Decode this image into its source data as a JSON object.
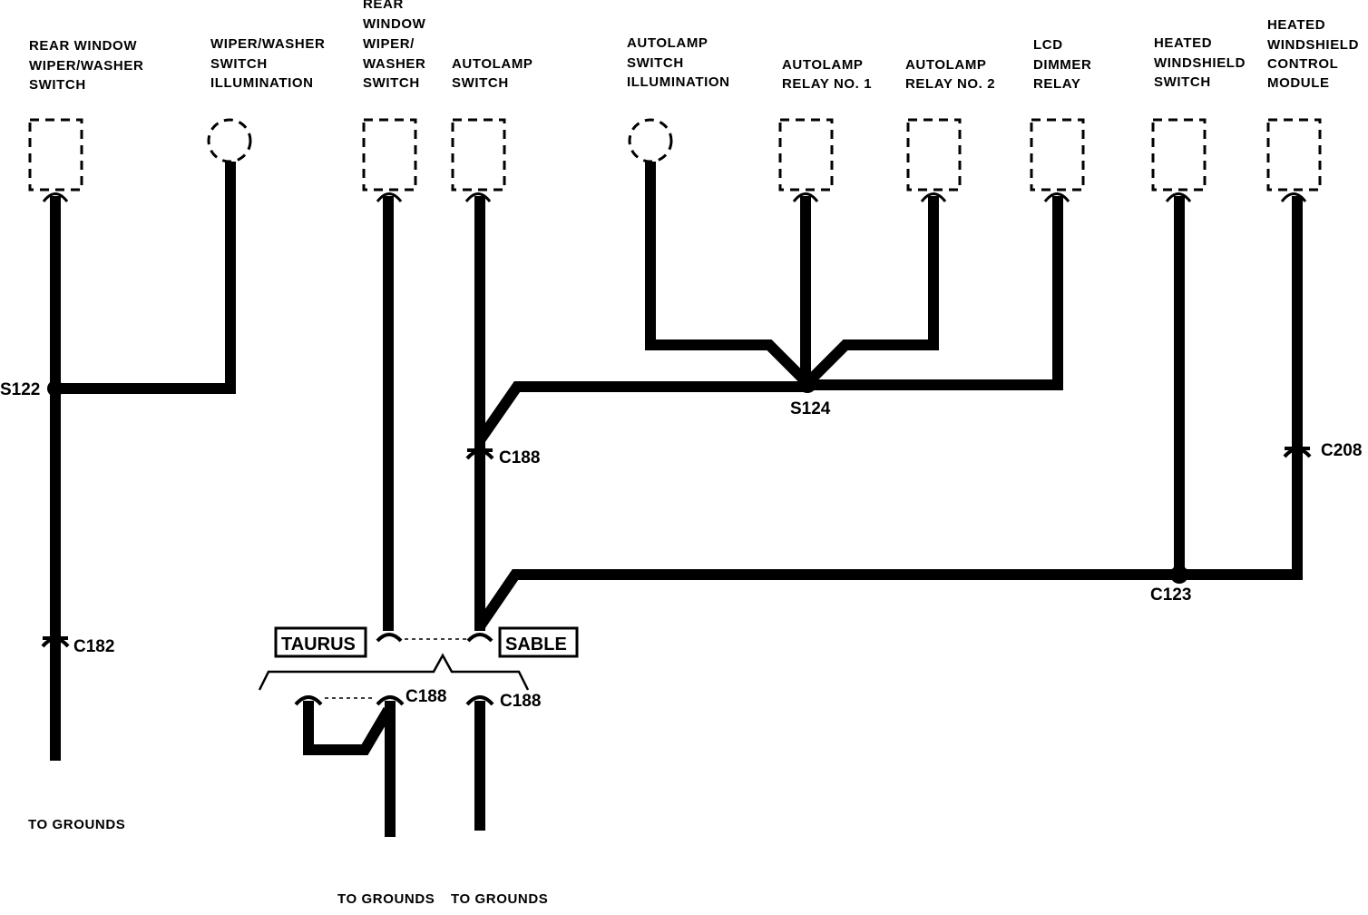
{
  "components": [
    {
      "id": "rear-window-wiper-washer-switch",
      "lines": [
        "REAR WINDOW",
        "WIPER/WASHER",
        "SWITCH"
      ],
      "shape": "rect"
    },
    {
      "id": "wiper-washer-switch-illumination",
      "lines": [
        "WIPER/WASHER",
        "SWITCH",
        "ILLUMINATION"
      ],
      "shape": "circle"
    },
    {
      "id": "rear-window-wiper-washer-switch-2",
      "lines": [
        "REAR",
        "WINDOW",
        "WIPER/",
        "WASHER",
        "SWITCH"
      ],
      "shape": "rect"
    },
    {
      "id": "autolamp-switch",
      "lines": [
        "AUTOLAMP",
        "SWITCH"
      ],
      "shape": "rect"
    },
    {
      "id": "autolamp-switch-illumination",
      "lines": [
        "AUTOLAMP",
        "SWITCH",
        "ILLUMINATION"
      ],
      "shape": "circle"
    },
    {
      "id": "autolamp-relay-no-1",
      "lines": [
        "AUTOLAMP",
        "RELAY NO. 1"
      ],
      "shape": "rect"
    },
    {
      "id": "autolamp-relay-no-2",
      "lines": [
        "AUTOLAMP",
        "RELAY NO. 2"
      ],
      "shape": "rect"
    },
    {
      "id": "lcd-dimmer-relay",
      "lines": [
        "LCD",
        "DIMMER",
        "RELAY"
      ],
      "shape": "rect"
    },
    {
      "id": "heated-windshield-switch",
      "lines": [
        "HEATED",
        "WINDSHIELD",
        "SWITCH"
      ],
      "shape": "rect"
    },
    {
      "id": "heated-windshield-control-module",
      "lines": [
        "HEATED",
        "WINDSHIELD",
        "CONTROL",
        "MODULE"
      ],
      "shape": "rect"
    }
  ],
  "nodes": {
    "s122": "S122",
    "s124": "S124",
    "c123": "C123",
    "c182": "C182",
    "c188_upper": "C188",
    "c188_taurus": "C188",
    "c188_sable": "C188",
    "c208": "C208"
  },
  "variants": {
    "taurus": "TAURUS",
    "sable": "SABLE"
  },
  "grounds": {
    "left": "TO GROUNDS",
    "taurus": "TO GROUNDS",
    "sable": "TO GROUNDS"
  }
}
